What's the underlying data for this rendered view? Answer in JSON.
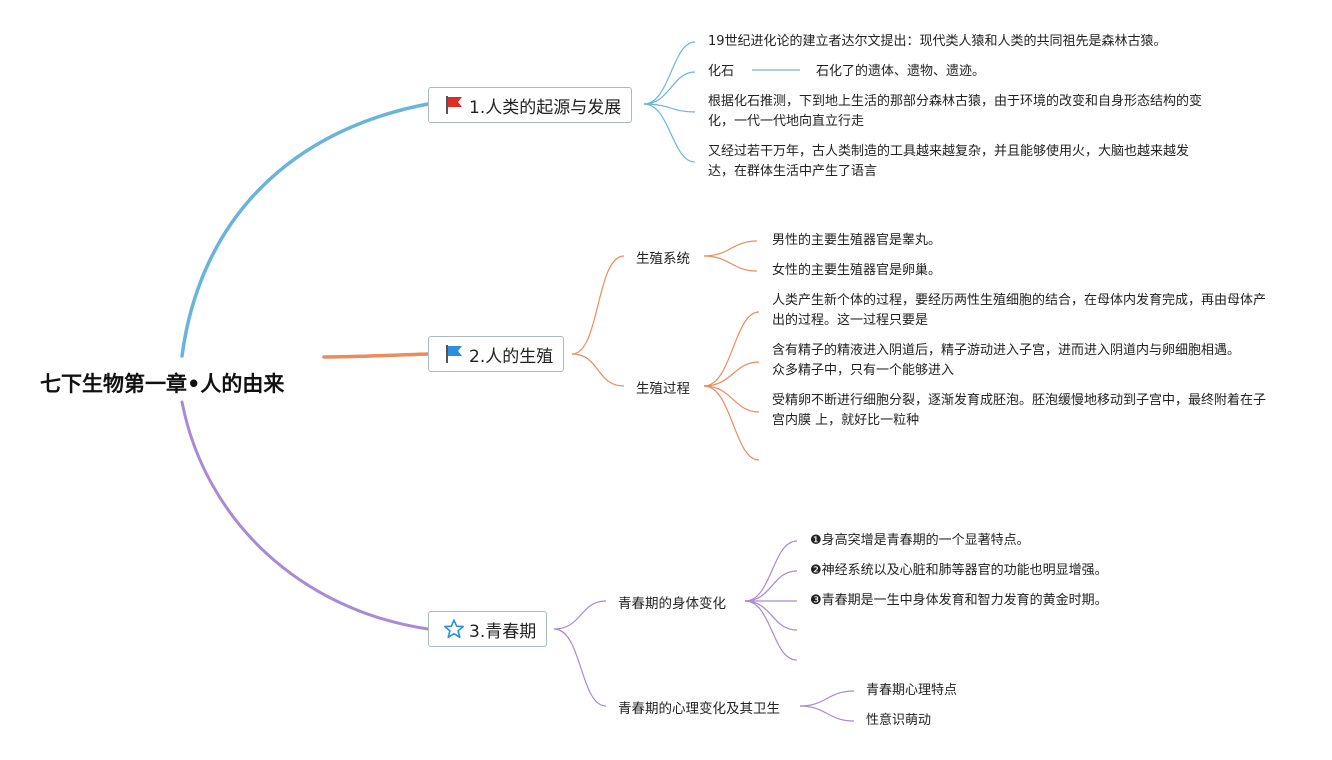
{
  "root": {
    "title": "七下生物第一章•人的由来"
  },
  "colors": {
    "branch1": "#6ab4dc",
    "branch2": "#ef8a5b",
    "branch3": "#a88ad8",
    "flag_red": "#e02c24",
    "flag_blue": "#2b8fe0",
    "star_blue": "#2b8fe0"
  },
  "branches": {
    "b1": {
      "label": "1.人类的起源与发展",
      "icon": "red-flag-icon",
      "leaves": [
        "19世纪进化论的建立者达尔文提出：现代类人猿和人类的共同祖先是森林古猿。",
        "化石",
        "石化了的遗体、遗物、遗迹。",
        "根据化石推测，下到地上生活的那部分森林古猿，由于环境的改变和自身形态结构的变化，一代一代地向直立行走",
        "又经过若干万年，古人类制造的工具越来越复杂，并且能够使用火，大脑也越来越发达，在群体生活中产生了语言"
      ]
    },
    "b2": {
      "label": "2.人的生殖",
      "icon": "blue-flag-icon",
      "subs": [
        {
          "label": "生殖系统",
          "leaves": [
            "男性的主要生殖器官是睾丸。",
            "女性的主要生殖器官是卵巢。"
          ]
        },
        {
          "label": "生殖过程",
          "leaves": [
            "人类产生新个体的过程，要经历两性生殖细胞的结合，在母体内发育完成，再由母体产出的过程。这一过程只要是",
            "含有精子的精液进入阴道后，精子游动进入子宫，进而进入阴道内与卵细胞相遇。众多精子中，只有一个能够进入",
            "受精卵不断进行细胞分裂，逐渐发育成胚泡。胚泡缓慢地移动到子宫中，最终附着在子宫内膜 上，就好比一粒种"
          ]
        }
      ]
    },
    "b3": {
      "label": "3.青春期",
      "icon": "star-icon",
      "subs": [
        {
          "label": "青春期的身体变化",
          "leaves": [
            "❶身高突增是青春期的一个显著特点。",
            "❷神经系统以及心脏和肺等器官的功能也明显增强。",
            "❸青春期是一生中身体发育和智力发育的黄金时期。"
          ]
        },
        {
          "label": "青春期的心理变化及其卫生",
          "leaves": [
            "青春期心理特点",
            "性意识萌动"
          ]
        }
      ]
    }
  }
}
